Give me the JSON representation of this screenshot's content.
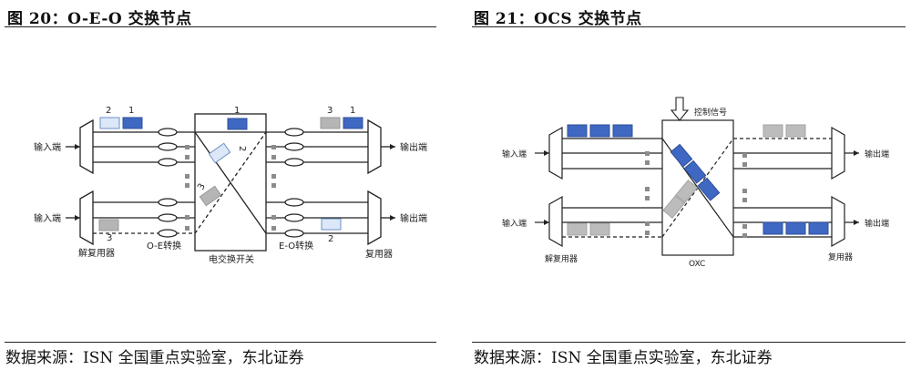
{
  "figures": [
    {
      "title": "图 20：O-E-O 交换节点",
      "source": "数据来源：ISN 全国重点实验室，东北证券",
      "labels": {
        "input_top": "输入端",
        "input_bottom": "输入端",
        "output_top": "输出端",
        "output_bottom": "输出端",
        "demux": "解复用器",
        "oe": "O-E转换",
        "switch": "电交换开关",
        "eo": "E-O转换",
        "mux": "复用器"
      },
      "packet_numbers": {
        "in_2": "2",
        "in_1": "1",
        "in_3": "3",
        "sw_1": "1",
        "sw_2": "2",
        "sw_3": "3",
        "out_3": "3",
        "out_1": "1",
        "out_2": "2"
      }
    },
    {
      "title": "图 21：OCS 交换节点",
      "source": "数据来源：ISN 全国重点实验室，东北证券",
      "labels": {
        "input_top": "输入端",
        "input_bottom": "输入端",
        "output_top": "输出端",
        "output_bottom": "输出端",
        "demux": "解复用器",
        "control": "控制信号",
        "oxc": "OXC",
        "mux": "复用器"
      }
    }
  ],
  "colors": {
    "blue": "#3f68c2",
    "light_blue": "#dce8f7",
    "gray": "#b5b5b5",
    "dot_gray": "#8c8c8c",
    "line": "#222222"
  }
}
